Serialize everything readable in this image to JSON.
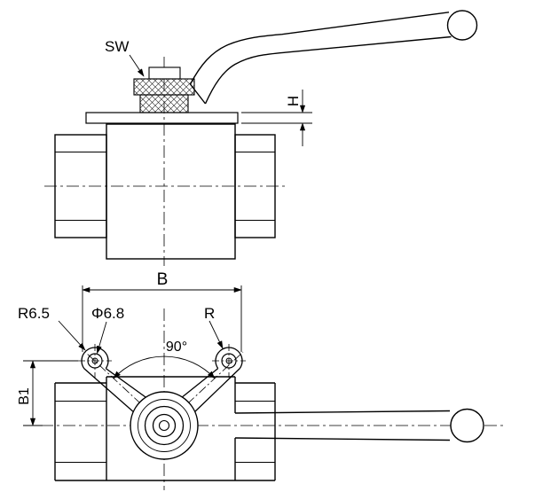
{
  "drawing": {
    "labels": {
      "sw": "SW",
      "h": "H",
      "b": "B",
      "b1": "B1",
      "r65": "R6.5",
      "phi68": "Φ6.8",
      "r": "R",
      "angle90": "90°"
    },
    "colors": {
      "line": "#000000",
      "background": "#ffffff"
    }
  }
}
